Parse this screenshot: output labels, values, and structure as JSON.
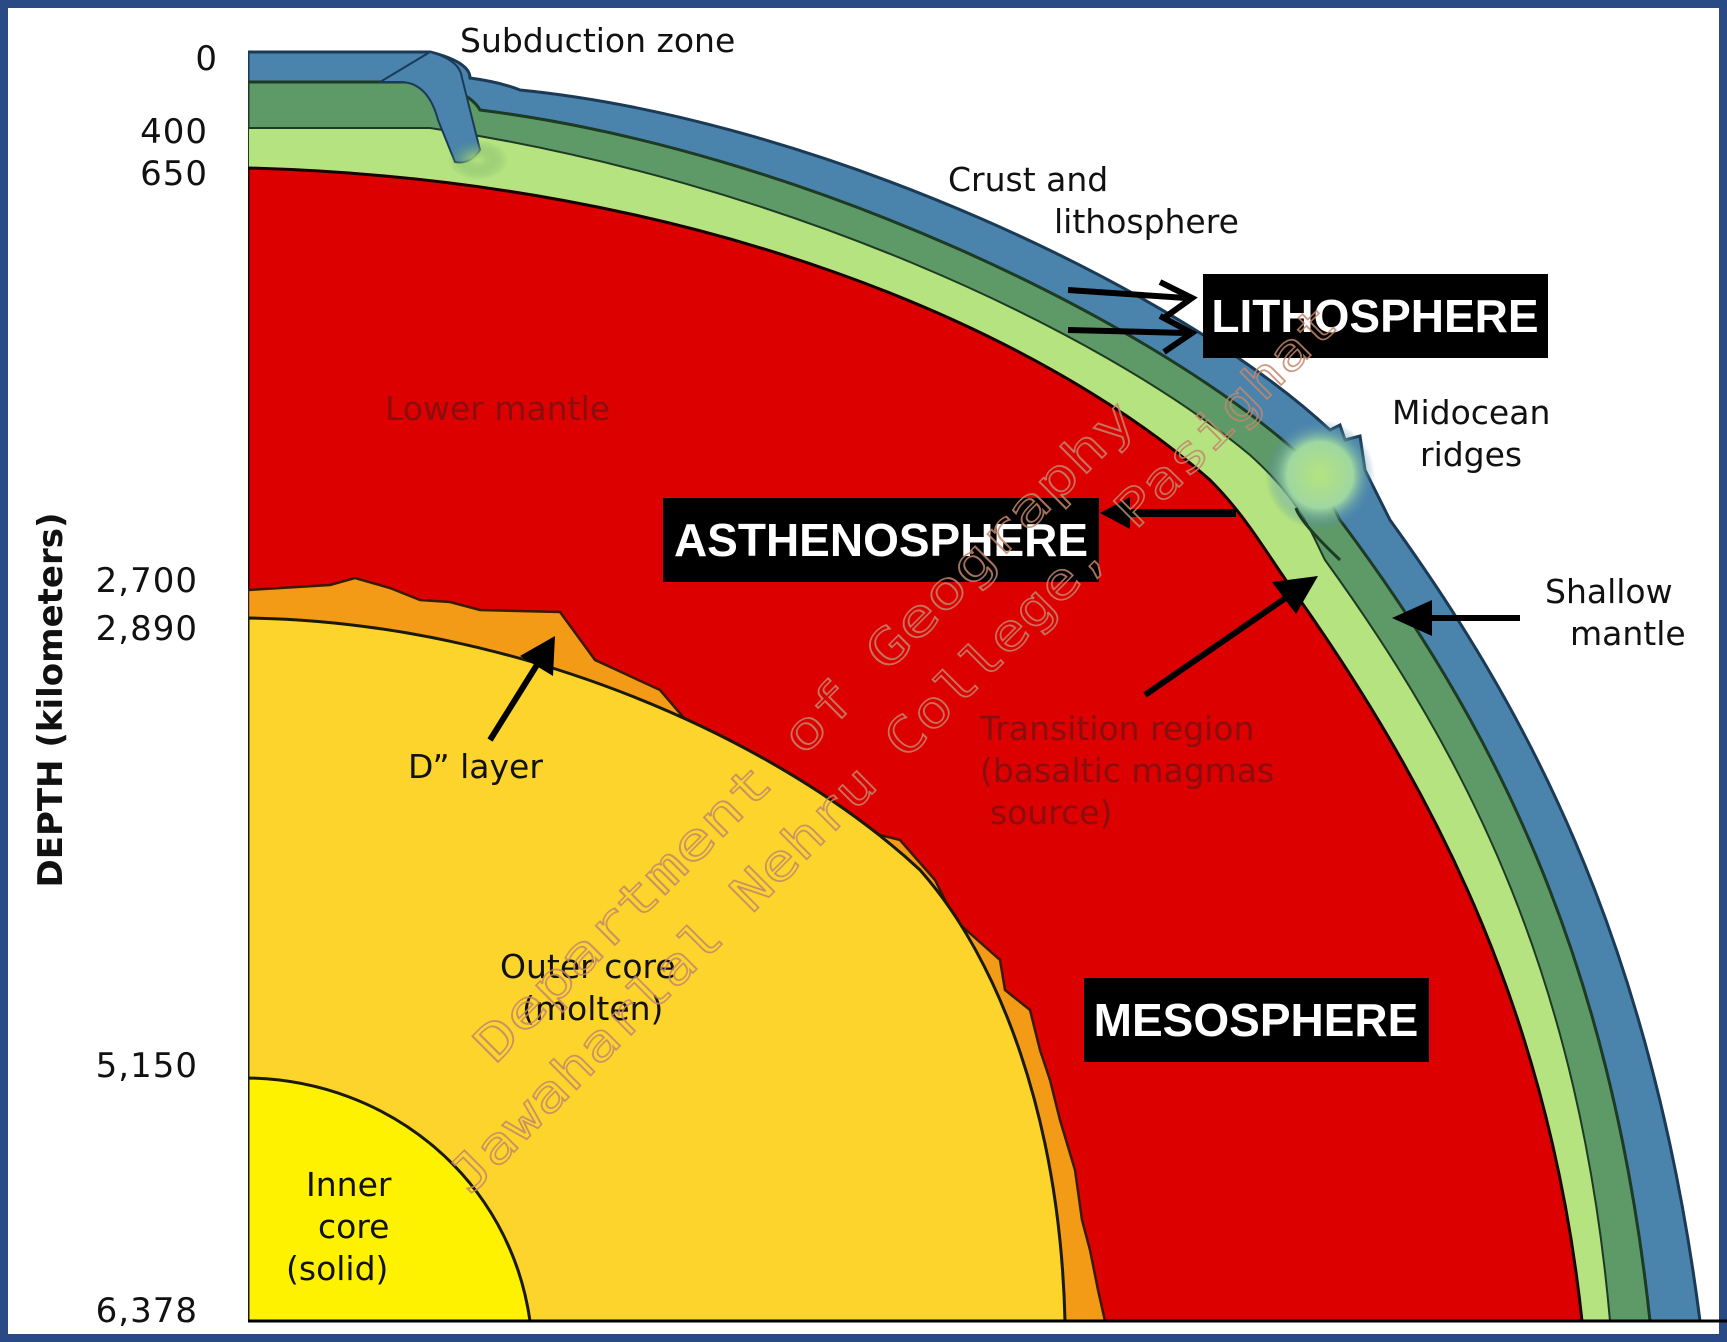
{
  "depth_axis": {
    "title": "DEPTH (kilometers)",
    "ticks": [
      "0",
      "400",
      "650",
      "2,700",
      "2,890",
      "5,150",
      "6,378"
    ]
  },
  "layers": {
    "crust": {
      "color": "#4a84ad"
    },
    "upper_mantle": {
      "color": "#5e9a67"
    },
    "transition_band": {
      "color": "#b5e37f"
    },
    "lower_mantle": {
      "color": "#dd0000"
    },
    "d_layer": {
      "color": "#f39a17"
    },
    "outer_core": {
      "color": "#fdd42b"
    },
    "inner_core": {
      "color": "#fef200"
    }
  },
  "labels": {
    "subduction_zone": "Subduction zone",
    "crust_line1": "Crust and",
    "crust_line2": "lithosphere",
    "midocean_line1": "Midocean",
    "midocean_line2": "ridges",
    "lower_mantle": "Lower mantle",
    "shallow_line1": "Shallow",
    "shallow_line2": "mantle",
    "transition_line1": "Transition region",
    "transition_line2": "(basaltic magmas",
    "transition_line3": "source)",
    "d_layer": "D” layer",
    "outer_core_line1": "Outer core",
    "outer_core_line2": "(molten)",
    "inner_core_line1": "Inner",
    "inner_core_line2": "core",
    "inner_core_line3": "(solid)"
  },
  "callouts": {
    "lithosphere": "LITHOSPHERE",
    "asthenosphere": "ASTHENOSPHERE",
    "mesosphere": "MESOSPHERE"
  },
  "watermark": {
    "line1": "Department of Geography",
    "line2": "Jawaharlal Nehru College, Pasighat"
  },
  "frame_color": "#2a4a86"
}
